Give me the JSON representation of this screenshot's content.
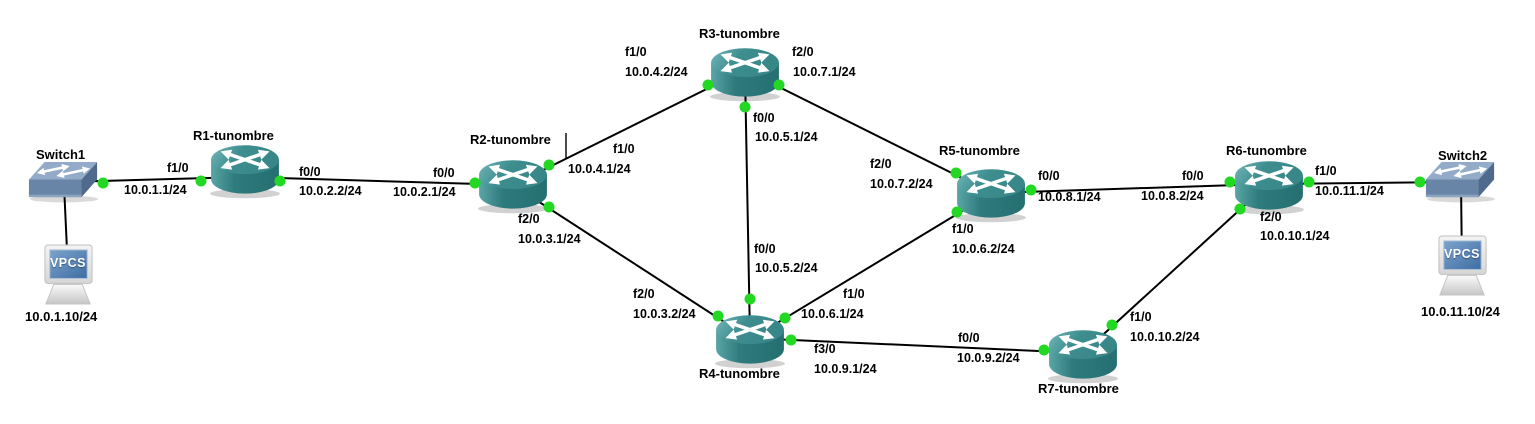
{
  "colors": {
    "canvas_bg": "#ffffff",
    "link_line": "#000000",
    "endpoint_dot": "#22d822",
    "router_top": "#3e8e90",
    "router_body": "#2e7a7c",
    "switch_top": "#93abc8",
    "switch_front": "#6884a6",
    "switch_side": "#4f6a8d",
    "vpcs_screen": "#4f7cae",
    "label_text": "#000000"
  },
  "nodes": {
    "switch1": {
      "label": "Switch1"
    },
    "r1": {
      "label": "R1-tunombre"
    },
    "r2": {
      "label": "R2-tunombre"
    },
    "r3": {
      "label": "R3-tunombre"
    },
    "r4": {
      "label": "R4-tunombre"
    },
    "r5": {
      "label": "R5-tunombre"
    },
    "r6": {
      "label": "R6-tunombre"
    },
    "r7": {
      "label": "R7-tunombre"
    },
    "switch2": {
      "label": "Switch2"
    },
    "vpcs1": {
      "screen_text": "VPCS",
      "address": "10.0.1.10/24"
    },
    "vpcs2": {
      "screen_text": "VPCS",
      "address": "10.0.11.10/24"
    }
  },
  "links": [
    {
      "from": "Switch1",
      "to": "R1-tunombre",
      "b_iface": "f1/0",
      "b_ip": "10.0.1.1/24"
    },
    {
      "from": "R1-tunombre",
      "to": "R2-tunombre",
      "a_iface": "f0/0",
      "a_ip": "10.0.2.2/24",
      "b_iface": "f0/0",
      "b_ip": "10.0.2.1/24"
    },
    {
      "from": "R2-tunombre",
      "to": "R3-tunombre",
      "a_iface": "f1/0",
      "a_ip": "10.0.4.1/24",
      "b_iface": "f1/0",
      "b_ip": "10.0.4.2/24"
    },
    {
      "from": "R2-tunombre",
      "to": "R4-tunombre",
      "a_iface": "f2/0",
      "a_ip": "10.0.3.1/24",
      "b_iface": "f2/0",
      "b_ip": "10.0.3.2/24"
    },
    {
      "from": "R3-tunombre",
      "to": "R4-tunombre",
      "a_iface": "f0/0",
      "a_ip": "10.0.5.1/24",
      "b_iface": "f0/0",
      "b_ip": "10.0.5.2/24"
    },
    {
      "from": "R3-tunombre",
      "to": "R5-tunombre",
      "a_iface": "f2/0",
      "a_ip": "10.0.7.1/24",
      "b_iface": "f2/0",
      "b_ip": "10.0.7.2/24"
    },
    {
      "from": "R4-tunombre",
      "to": "R5-tunombre",
      "a_iface": "f1/0",
      "a_ip": "10.0.6.1/24",
      "b_iface": "f1/0",
      "b_ip": "10.0.6.2/24"
    },
    {
      "from": "R4-tunombre",
      "to": "R7-tunombre",
      "a_iface": "f3/0",
      "a_ip": "10.0.9.1/24",
      "b_iface": "f0/0",
      "b_ip": "10.0.9.2/24"
    },
    {
      "from": "R5-tunombre",
      "to": "R6-tunombre",
      "a_iface": "f0/0",
      "a_ip": "10.0.8.1/24",
      "b_iface": "f0/0",
      "b_ip": "10.0.8.2/24"
    },
    {
      "from": "R6-tunombre",
      "to": "R7-tunombre",
      "a_iface": "f2/0",
      "a_ip": "10.0.10.1/24",
      "b_iface": "f1/0",
      "b_ip": "10.0.10.2/24"
    },
    {
      "from": "R6-tunombre",
      "to": "Switch2",
      "a_iface": "f1/0",
      "a_ip": "10.0.11.1/24"
    },
    {
      "from": "Switch1",
      "to": "VPCS1"
    },
    {
      "from": "Switch2",
      "to": "VPCS2"
    }
  ]
}
